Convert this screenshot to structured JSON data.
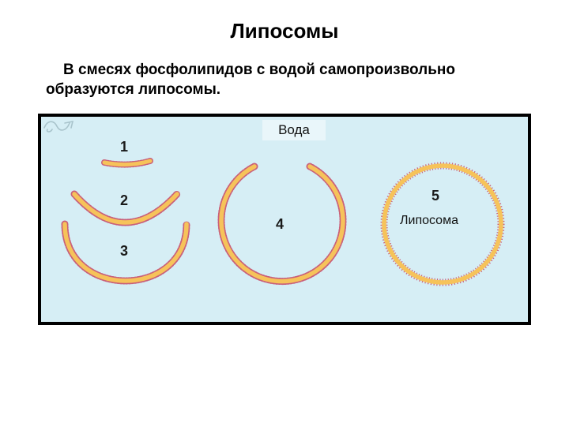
{
  "title": "Липосомы",
  "intro": {
    "line1": "В смесях фосфолипидов с водой самопроизвольно",
    "line2": "образуются липосомы."
  },
  "diagram": {
    "water_label": "Вода",
    "stage_labels": [
      "1",
      "2",
      "3",
      "4",
      "5"
    ],
    "liposome_label": "Липосома",
    "colors": {
      "background": "#d6eef5",
      "border": "#000000",
      "membrane_core": "#f6c35a",
      "membrane_heads": "#c9607a"
    }
  }
}
